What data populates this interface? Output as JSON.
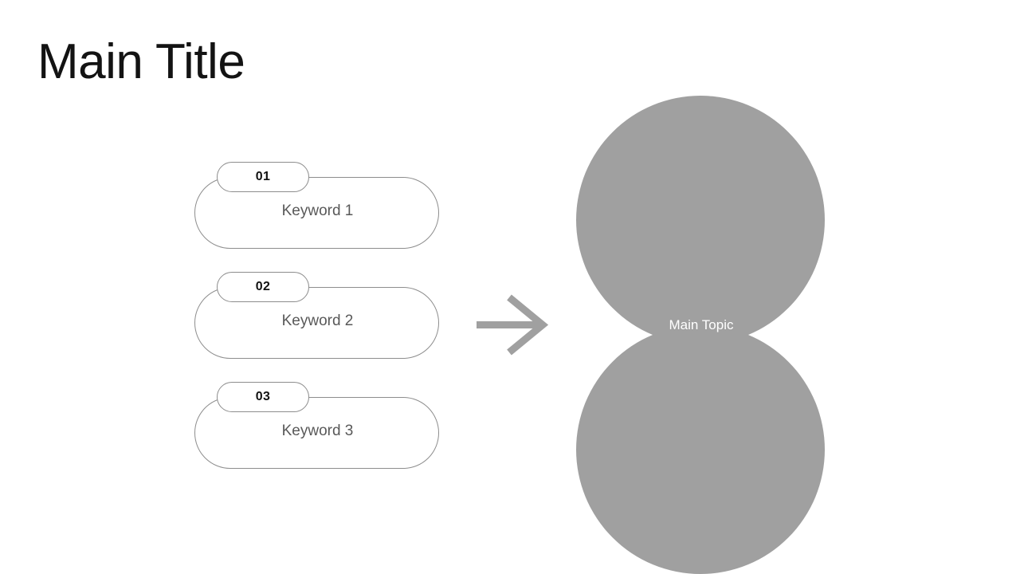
{
  "slide": {
    "title": "Main Title",
    "background_color": "#ffffff"
  },
  "keywords": {
    "items": [
      {
        "number": "01",
        "label": "Keyword 1"
      },
      {
        "number": "02",
        "label": "Keyword 2"
      },
      {
        "number": "03",
        "label": "Keyword 3"
      }
    ],
    "pill_border_color": "#8d8d8d",
    "label_color": "#595959",
    "number_color": "#111111"
  },
  "arrow": {
    "icon": "arrow-right-icon",
    "color": "#a0a0a0",
    "direction": "right"
  },
  "main_topic": {
    "label": "Main Topic",
    "shape": "double-circle",
    "fill_color": "#a0a0a0",
    "text_color": "#ffffff"
  }
}
